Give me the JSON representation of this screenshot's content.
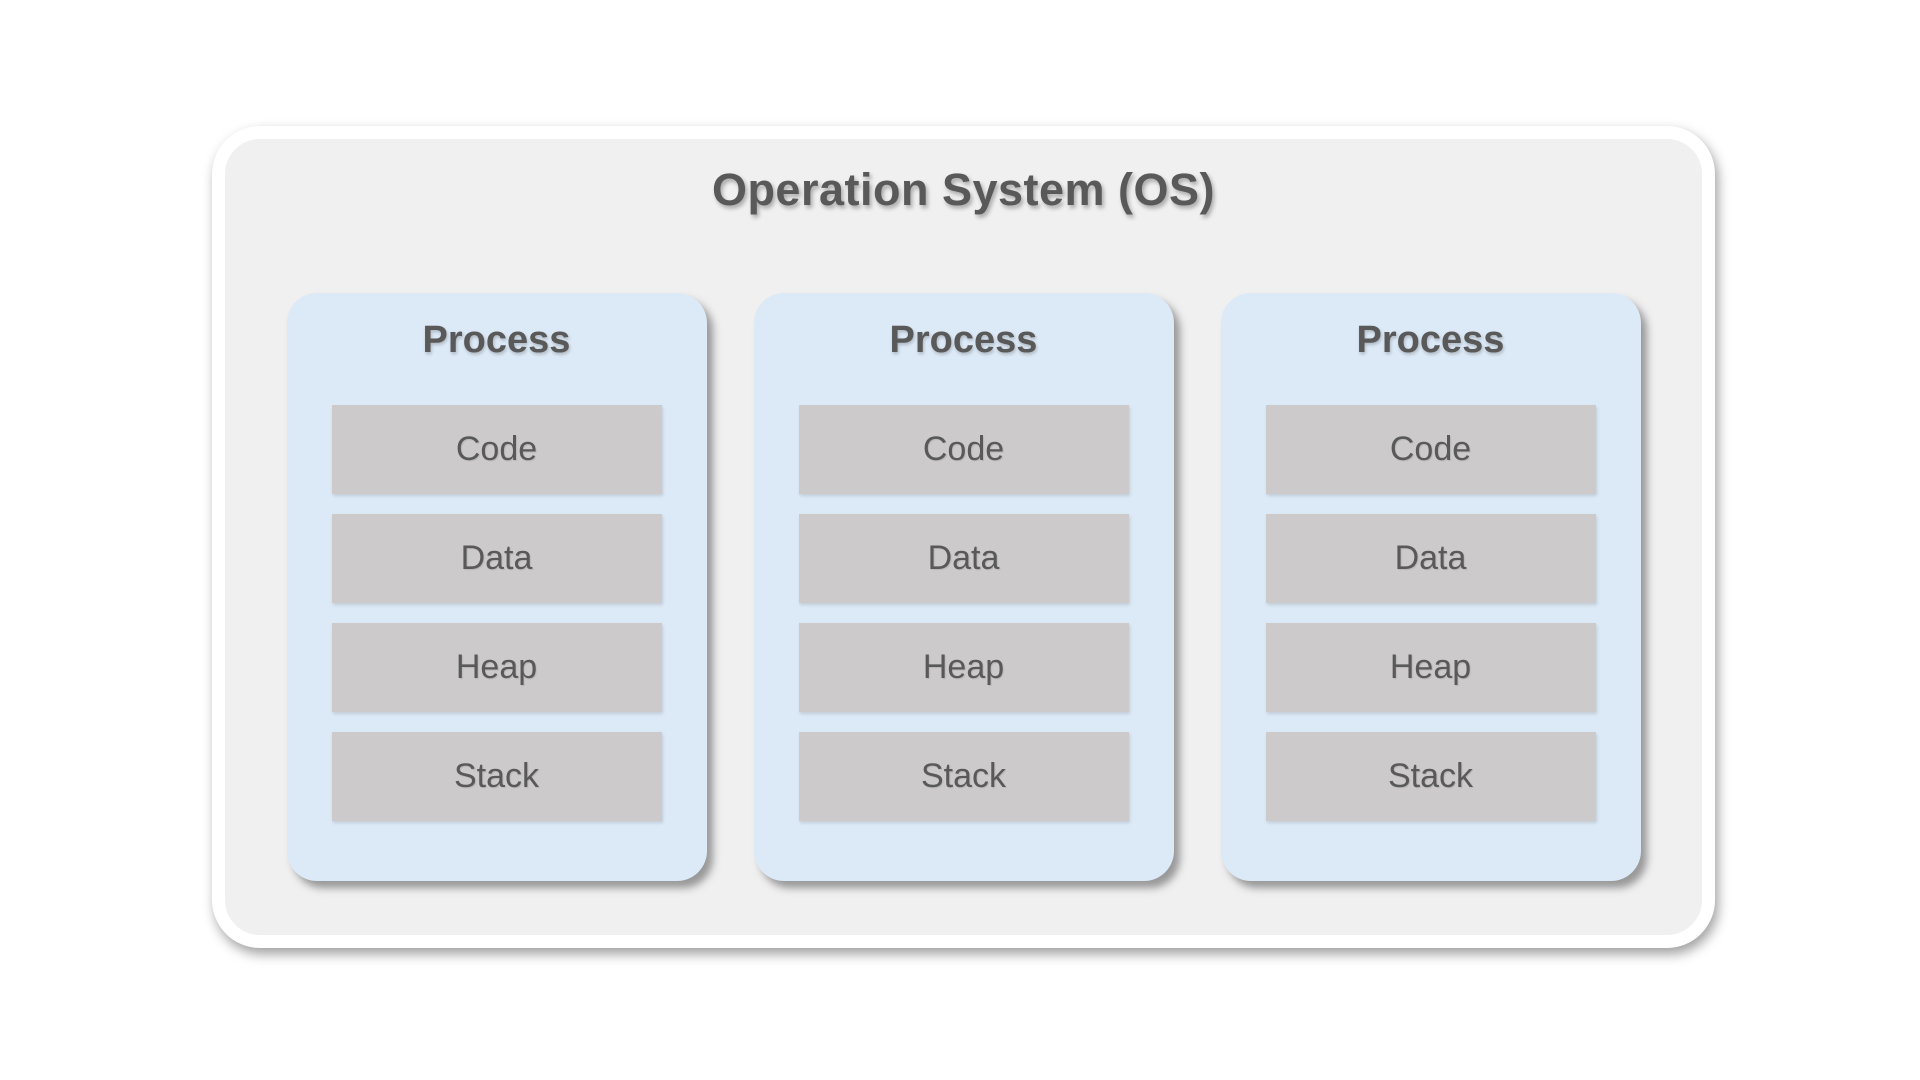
{
  "diagram": {
    "title": "Operation System (OS)",
    "processes": [
      {
        "label": "Process",
        "segments": [
          "Code",
          "Data",
          "Heap",
          "Stack"
        ]
      },
      {
        "label": "Process",
        "segments": [
          "Code",
          "Data",
          "Heap",
          "Stack"
        ]
      },
      {
        "label": "Process",
        "segments": [
          "Code",
          "Data",
          "Heap",
          "Stack"
        ]
      }
    ]
  },
  "colors": {
    "page_bg": "#ffffff",
    "os_fill": "#f0f0f0",
    "os_border": "#ffffff",
    "process_fill": "#dce9f6",
    "segment_fill": "#cccaca",
    "text": "#595959"
  }
}
